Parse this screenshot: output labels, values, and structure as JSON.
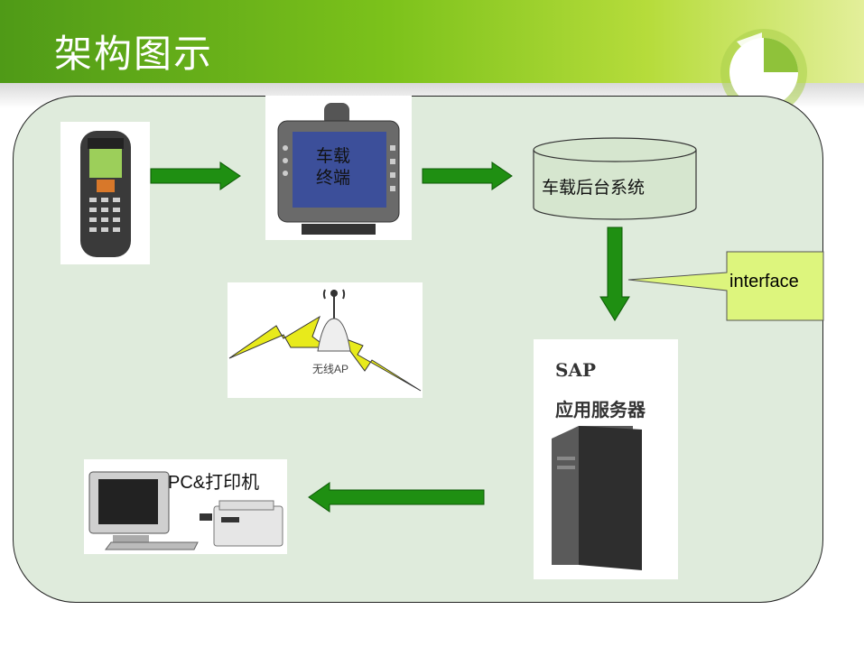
{
  "header": {
    "title": "架构图示"
  },
  "nodes": {
    "vehicle_terminal": "车载\n终端",
    "backend_system": "车载后台系统",
    "interface_callout": "interface",
    "sap_line1": "SAP",
    "sap_line2": "应用服务器",
    "wireless_ap": "无线AP",
    "pc_printer": "PC&打印机"
  },
  "colors": {
    "header_green": "#5ea81a",
    "arrow_green": "#1f8f12",
    "panel_fill": "#dfebdc",
    "db_fill": "#d6e6cf",
    "callout_fill": "#ddf57d",
    "lightning": "#e8ea1b"
  },
  "icons": [
    "logo-icon",
    "handheld-scanner-icon",
    "vehicle-terminal-icon",
    "database-icon",
    "wireless-ap-icon",
    "server-icon",
    "pc-printer-icon"
  ]
}
